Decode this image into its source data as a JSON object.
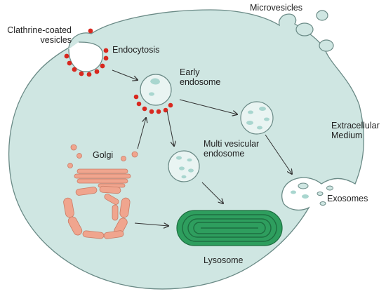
{
  "labels": {
    "clathrine": [
      "Clathrine-coated",
      "vesicles"
    ],
    "endocytosis": "Endocytosis",
    "microvesicles": "Microvesicles",
    "early_endosome": [
      "Early",
      "endosome"
    ],
    "extracellular": [
      "Extracellular",
      "Medium"
    ],
    "golgi": "Golgi",
    "multivesicular": [
      "Multi vesicular",
      "endosome"
    ],
    "exosomes": "Exosomes",
    "lysosome": "Lysosome"
  },
  "colors": {
    "cell_fill": "#cfe6e2",
    "membrane": "#6a8a86",
    "vesicle_fill": "#e9f4f2",
    "clathrin": "#d8281f",
    "golgi": "#f0a58e",
    "golgi_stroke": "#c97a64",
    "lysosome": "#2e9e5e",
    "lysosome_dark": "#1d6e40",
    "arrow": "#333333",
    "inner_vesicle": "#a9d6cf"
  },
  "icons": [
    "cell-membrane",
    "clathrin-coated-pit",
    "early-endosome",
    "multivesicular-body",
    "golgi-apparatus",
    "lysosome",
    "exosome-release",
    "microvesicle-budding"
  ]
}
